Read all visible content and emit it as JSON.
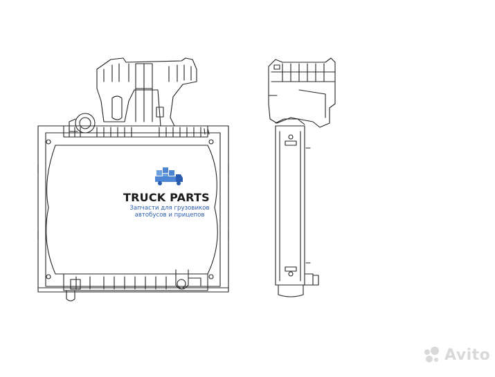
{
  "brand": {
    "title": "TRUCK PARTS",
    "subtitle_line1": "Запчасти для грузовиков",
    "subtitle_line2": "автобусов и прицепов",
    "accent_color": "#2a5db0",
    "logo_icon": "truck-boxes-icon"
  },
  "watermark": {
    "text": "Avito",
    "icon": "avito-dots-icon"
  }
}
